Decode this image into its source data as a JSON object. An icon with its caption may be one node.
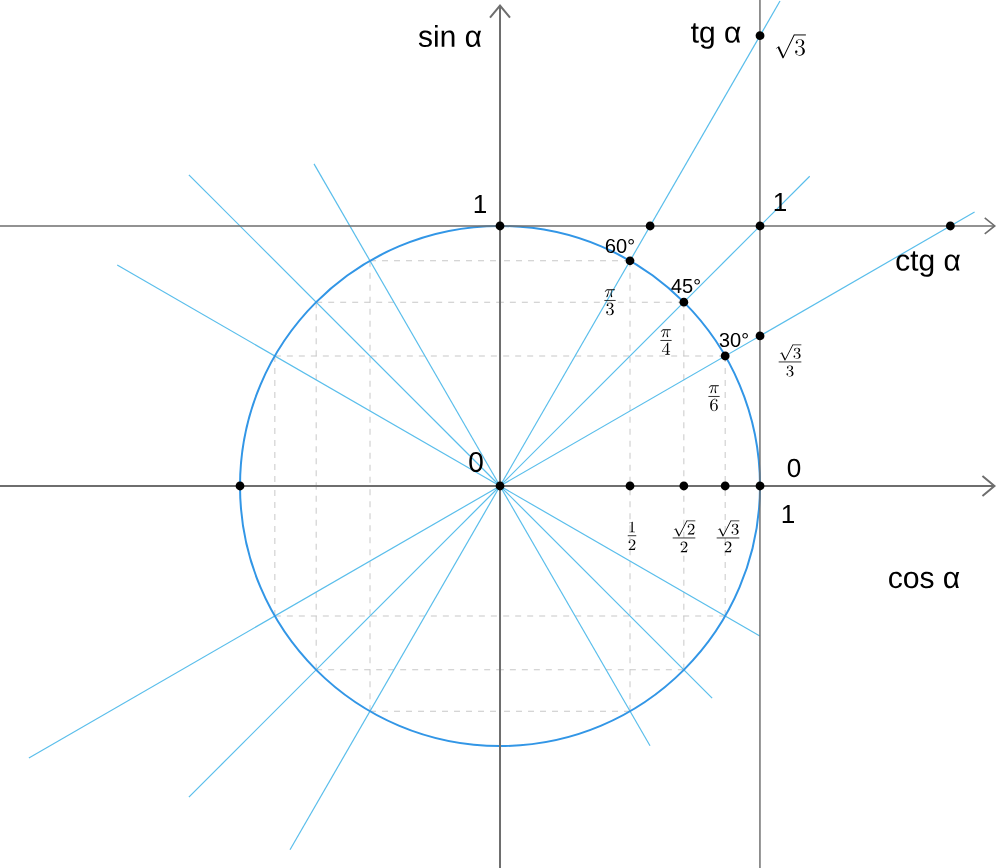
{
  "diagram": {
    "labels": [
      "sin α",
      "tg α",
      "\\sqrt{3}",
      "1",
      "1",
      "ctg α",
      "60°",
      "\\frac{\\pi}{3}",
      "45°",
      "\\frac{\\pi}{4}",
      "30°",
      "\\frac{\\sqrt{3}}{3}",
      "\\frac{\\pi}{6}",
      "0",
      "0",
      "cos α",
      "1",
      "\\frac{1}{2}",
      "\\frac{\\sqrt{2}}{2}",
      "\\frac{\\sqrt{3}}{2}"
    ]
  }
}
